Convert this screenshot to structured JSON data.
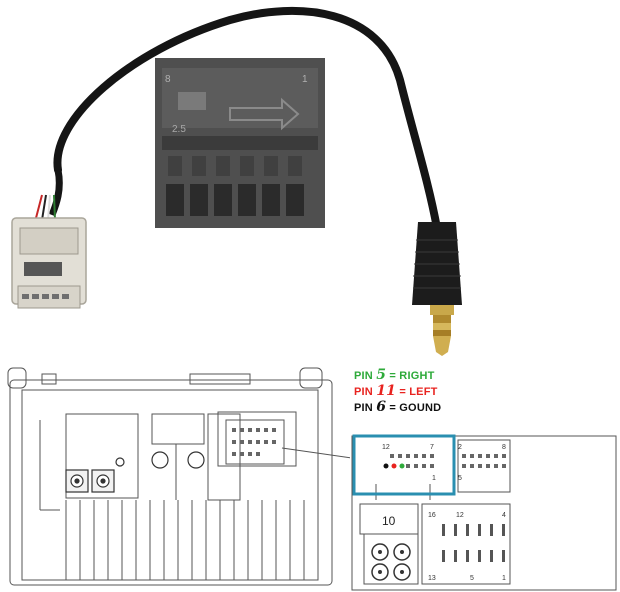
{
  "connector_closeup": {
    "left_number": "8",
    "right_number": "1",
    "size_label": "2.5"
  },
  "pin_legend": [
    {
      "prefix": "PIN",
      "number": "5",
      "label": "= RIGHT",
      "color": "#2eaa3a"
    },
    {
      "prefix": "PIN",
      "number": "11",
      "label": "= LEFT",
      "color": "#e8231f"
    },
    {
      "prefix": "PIN",
      "number": "6",
      "label": "= GOUND",
      "color": "#111111"
    }
  ],
  "pinout": {
    "highlight_left": "12",
    "highlight_right": "7",
    "highlight_bottom_right": "1",
    "right_block_top_left": "2",
    "right_block_top_right": "8",
    "right_block_bottom_left": "5",
    "lower_box_label": "10",
    "lower_right_top_left": "16",
    "lower_right_top_mid": "12",
    "lower_right_top_right": "4",
    "lower_right_bottom_left": "13",
    "lower_right_bottom_mid": "5",
    "lower_right_bottom_right": "1"
  },
  "colors": {
    "highlight": "#2a8fb0",
    "cable": "#151515",
    "connector_body": "#dfdcd4",
    "closeup_gray": "#4f4f4f",
    "gold": "#c9a84a"
  }
}
